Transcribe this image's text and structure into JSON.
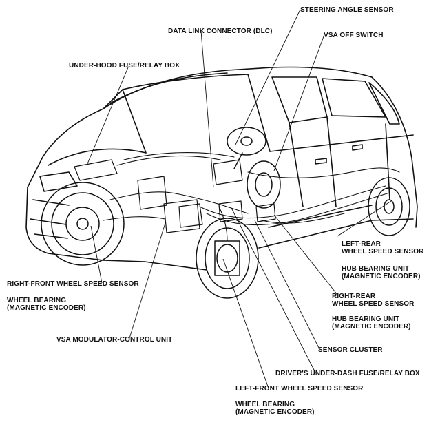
{
  "labels": {
    "steering_angle_sensor": "STEERING ANGLE SENSOR",
    "data_link_connector": "DATA LINK CONNECTOR (DLC)",
    "vsa_off_switch": "VSA OFF SWITCH",
    "under_hood_fuse_relay_box": "UNDER-HOOD FUSE/RELAY BOX",
    "left_rear_wheel_speed_sensor": [
      "LEFT-REAR",
      "WHEEL SPEED SENSOR"
    ],
    "left_rear_hub_bearing_unit": [
      "HUB BEARING UNIT",
      "(MAGNETIC ENCODER)"
    ],
    "right_front_wheel_speed_sensor": "RIGHT-FRONT WHEEL SPEED SENSOR",
    "right_front_wheel_bearing": [
      "WHEEL BEARING",
      "(MAGNETIC ENCODER)"
    ],
    "right_rear_wheel_speed_sensor": [
      "RIGHT-REAR",
      "WHEEL SPEED SENSOR"
    ],
    "right_rear_hub_bearing_unit": [
      "HUB BEARING UNIT",
      "(MAGNETIC ENCODER)"
    ],
    "vsa_modulator_control_unit": "VSA MODULATOR-CONTROL UNIT",
    "sensor_cluster": "SENSOR CLUSTER",
    "drivers_under_dash_fuse_relay_box": "DRIVER'S UNDER-DASH FUSE/RELAY BOX",
    "left_front_wheel_speed_sensor": "LEFT-FRONT WHEEL SPEED SENSOR",
    "left_front_wheel_bearing": [
      "WHEEL BEARING",
      "(MAGNETIC ENCODER)"
    ]
  }
}
